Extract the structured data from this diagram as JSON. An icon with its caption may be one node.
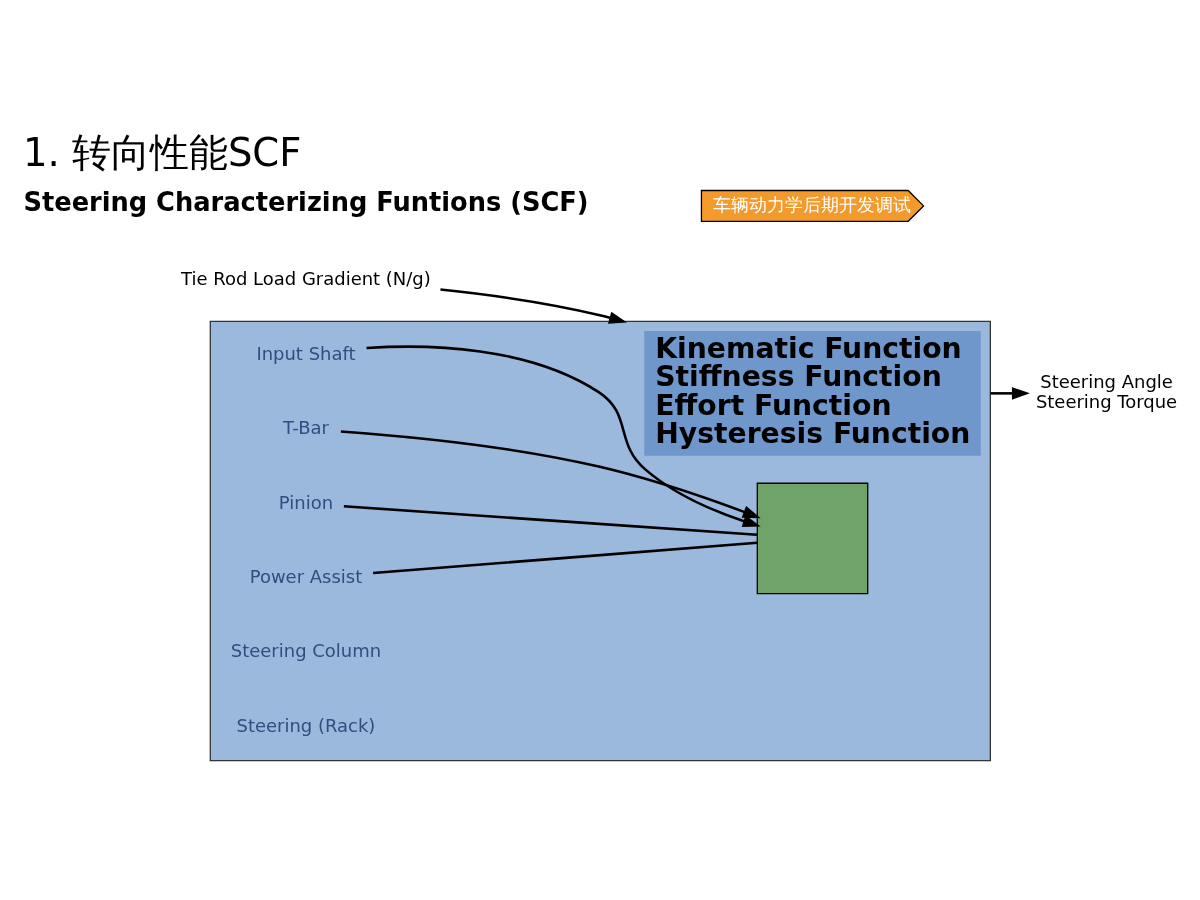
{
  "diagram": {
    "title": "1. 转向性能SCF",
    "nodes": [
      {
        "text": [
          "Tie Rod Load Gradient (N/g)"
        ]
      },
      {
        "text": [],
        "shape": "box"
      },
      {
        "text": [
          "Kinematic Function",
          "Stiffness Function",
          "Effort Function",
          "Hysteresis Function"
        ],
        "in": 1
      },
      {
        "text": [],
        "shape": "box",
        "in": 1
      },
      {
        "text": [
          "Input Shaft"
        ],
        "in": 1
      },
      {
        "text": [
          "T-Bar"
        ],
        "in": 1
      },
      {
        "text": [
          "Pinion"
        ],
        "in": 1
      },
      {
        "text": [
          "Power Assist"
        ],
        "in": 1
      },
      {
        "text": [
          "Steering Angle",
          "Steering Torque"
        ]
      }
    ],
    "edges": [
      {
        "from": 0,
        "to": 1,
        "arrow": "to"
      },
      {
        "from": 1,
        "to": 8,
        "arrow": "to"
      },
      {
        "from": 4,
        "to": 3,
        "arrow": "to"
      },
      {
        "from": 5,
        "to": 3,
        "arrow": "to"
      },
      {
        "from": 6,
        "to": 3,
        "arrow": "none"
      },
      {
        "from": 7,
        "to": 3,
        "arrow": "none"
      }
    ],
    "labels": [
      "车辆动力学后期开发调试",
      "Steering Characterizing Funtions (SCF)",
      "Steering Column",
      "Steering (Rack)"
    ]
  }
}
